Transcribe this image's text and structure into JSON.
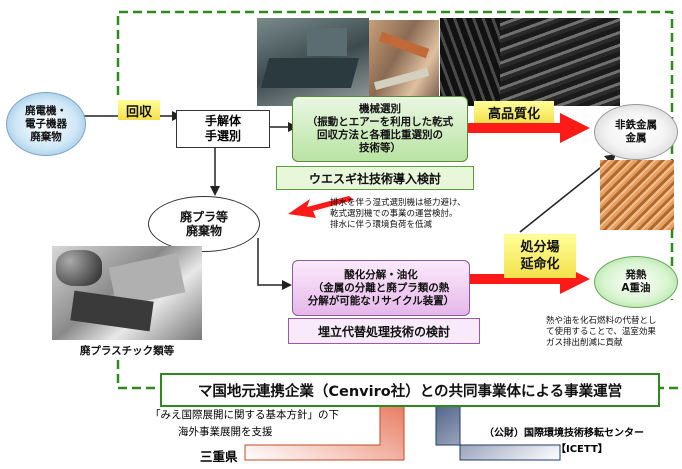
{
  "source": {
    "line1": "廃電機・",
    "line2": "電子機器",
    "line3": "廃棄物"
  },
  "collect": {
    "label": "回収"
  },
  "manual": {
    "line1": "手解体",
    "line2": "手選別"
  },
  "mechanical": {
    "line1": "機械選別",
    "line2": "（振動とエアーを利用した乾式",
    "line3": "回収方法と各種比重選別の",
    "line4": "技術等）",
    "caption": "ウエスギ社技術導入検討"
  },
  "quality": {
    "label": "高品質化"
  },
  "nonferrous": {
    "line1": "非鉄金属",
    "line2": "金属"
  },
  "plastics": {
    "line1": "廃プラ等",
    "line2": "廃棄物"
  },
  "note_wet": {
    "line1": "排水を伴う湿式選別機は極力避け、",
    "line2": "乾式選別機での事業の運営検討。",
    "line3": "排水に伴う環境負荷を低減"
  },
  "landfill": {
    "line1": "処分場",
    "line2": "延命化"
  },
  "oxidation": {
    "line1": "酸化分解・油化",
    "line2": "（金属の分離と廃プラ類の熱",
    "line3": "分解が可能なリサイクル装置）",
    "caption": "埋立代替処理技術の検討"
  },
  "heat": {
    "line1": "発熱",
    "line2": "A重油"
  },
  "note_heat": {
    "line1": "熱や油を化石燃料の代替とし",
    "line2": "て使用することで、温室効果",
    "line3": "ガス排出削減に貢献"
  },
  "waste_plastic_photo": {
    "caption": "廃プラスチック類等"
  },
  "joint": {
    "label": "マ国地元連携企業（Cenviro社）との共同事業体による事業運営"
  },
  "mie": {
    "line1": "「みえ国際展開に関する基本方針」の下",
    "line2": "海外事業展開を支援",
    "name": "三重県"
  },
  "icett": {
    "line1": "（公財）国際環境技術移転センター",
    "line2": "【ICETT】"
  },
  "colors": {
    "arrow_red": "#ff1a1a",
    "dashed_green": "#2e8a1e",
    "box_green": "#b9e3a3",
    "box_pink": "#e6b7ea"
  }
}
